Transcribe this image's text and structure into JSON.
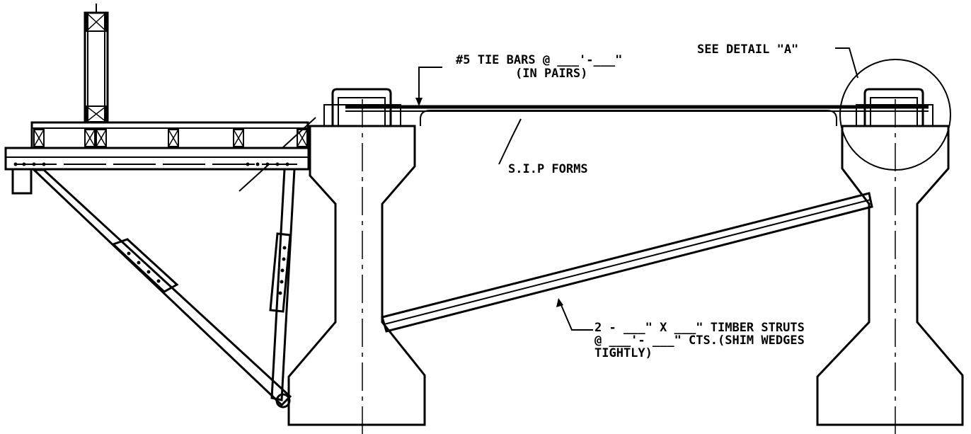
{
  "labels": {
    "tie_bars_line1": "#5 TIE BARS @ ___'-___\"",
    "tie_bars_line2": "(IN PAIRS)",
    "detail": "SEE DETAIL \"A\"",
    "sip_forms": "S.I.P FORMS",
    "struts_line1": "2 - ___\" X ___\" TIMBER STRUTS",
    "struts_line2": "@ ___'- ___\" CTS.(SHIM WEDGES",
    "struts_line3": "TIGHTLY)"
  },
  "colors": {
    "line": "#000000",
    "background": "#ffffff"
  }
}
